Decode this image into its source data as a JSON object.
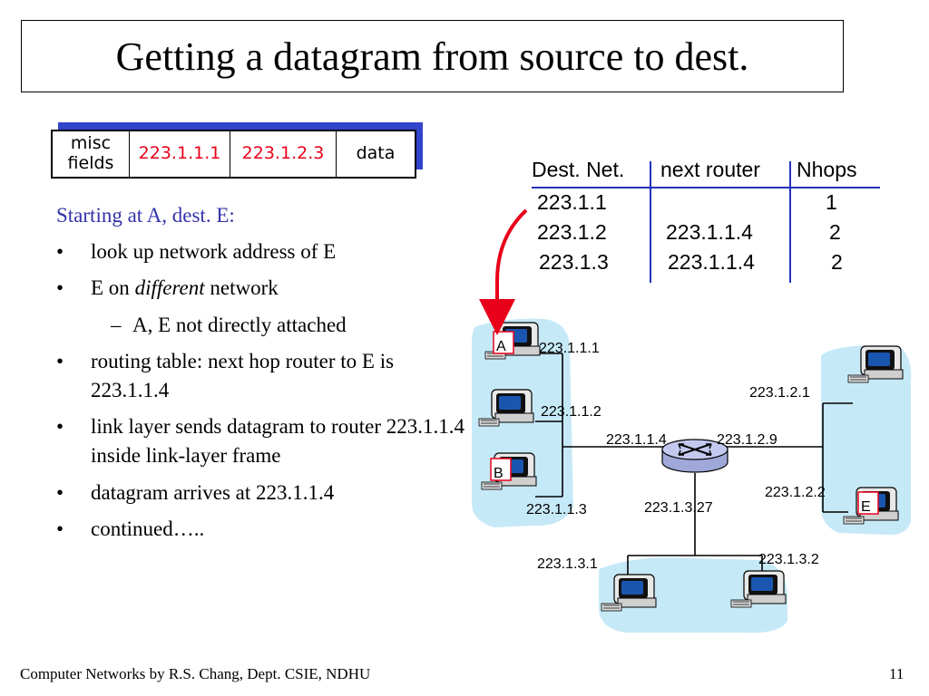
{
  "title": "Getting a datagram from source to dest.",
  "packet": {
    "misc_line1": "misc",
    "misc_line2": "fields",
    "src": "223.1.1.1",
    "dst": "223.1.2.3",
    "payload": "data"
  },
  "text": {
    "intro": "Starting at A, dest. E:",
    "bullets": [
      "look up network address of E",
      "E on different network",
      "routing table: next hop router to E is 223.1.1.4",
      "link layer sends datagram to router 223.1.1.4 inside link-layer frame",
      "datagram arrives at 223.1.1.4",
      "continued….."
    ],
    "bullet2_prefix": "E on ",
    "bullet2_italic": "different",
    "bullet2_suffix": " network",
    "sub": "A, E not directly attached",
    "bullet_glyph": "•",
    "dash_glyph": "–"
  },
  "routing_table": {
    "headers": [
      "Dest. Net.",
      "next router",
      "Nhops"
    ],
    "rows": [
      [
        "223.1.1",
        "",
        "1"
      ],
      [
        "223.1.2",
        "223.1.1.4",
        "2"
      ],
      [
        "223.1.3",
        "223.1.1.4",
        "2"
      ]
    ]
  },
  "network": {
    "host_labels": [
      "A",
      "B",
      "E"
    ],
    "addresses": {
      "a": "223.1.1.1",
      "h2": "223.1.1.2",
      "b": "223.1.1.3",
      "r1": "223.1.1.4",
      "r2": "223.1.2.9",
      "r3": "223.1.3.27",
      "e1": "223.1.2.1",
      "e2": "223.1.2.2",
      "c1": "223.1.3.1",
      "c2": "223.1.3.2"
    }
  },
  "footer": {
    "left": "Computer Networks by R.S. Chang, Dept. CSIE, NDHU",
    "page": "11"
  },
  "colors": {
    "accent_blue": "#2233bb",
    "highlight_red": "#e8001a",
    "subnet_fill": "#c6e9f7"
  }
}
